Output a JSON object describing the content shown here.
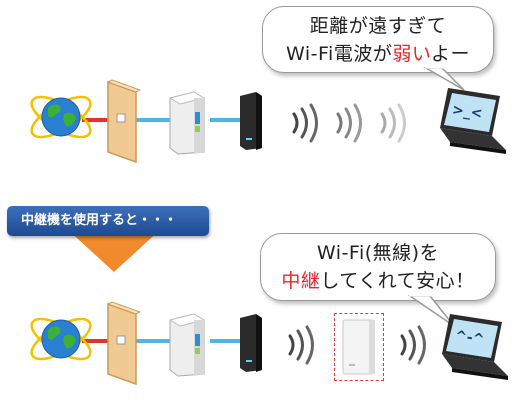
{
  "top_bubble": {
    "line1": "距離が遠すぎて",
    "line2_pre": "Wi-Fi電波が",
    "line2_hl": "弱い",
    "line2_post": "よー"
  },
  "transition": {
    "label": "中継機を使用すると・・・"
  },
  "bottom_bubble": {
    "line1": "Wi-Fi(無線)を",
    "line2_hl": "中継",
    "line2_post": "してくれて安心！"
  },
  "laptop_top": {
    "face": ">_<"
  },
  "laptop_bottom": {
    "face": "^-^"
  },
  "colors": {
    "accent_red": "#e8242a",
    "banner_blue": "#2a5aa5",
    "arrow_orange": "#f08a2c",
    "cable_blue": "#4fb4e6",
    "cable_red": "#e5322d"
  },
  "icons": [
    "globe-icon",
    "wall-outlet-icon",
    "modem-icon",
    "router-icon",
    "wifi-waves-icon",
    "repeater-icon",
    "laptop-icon"
  ]
}
